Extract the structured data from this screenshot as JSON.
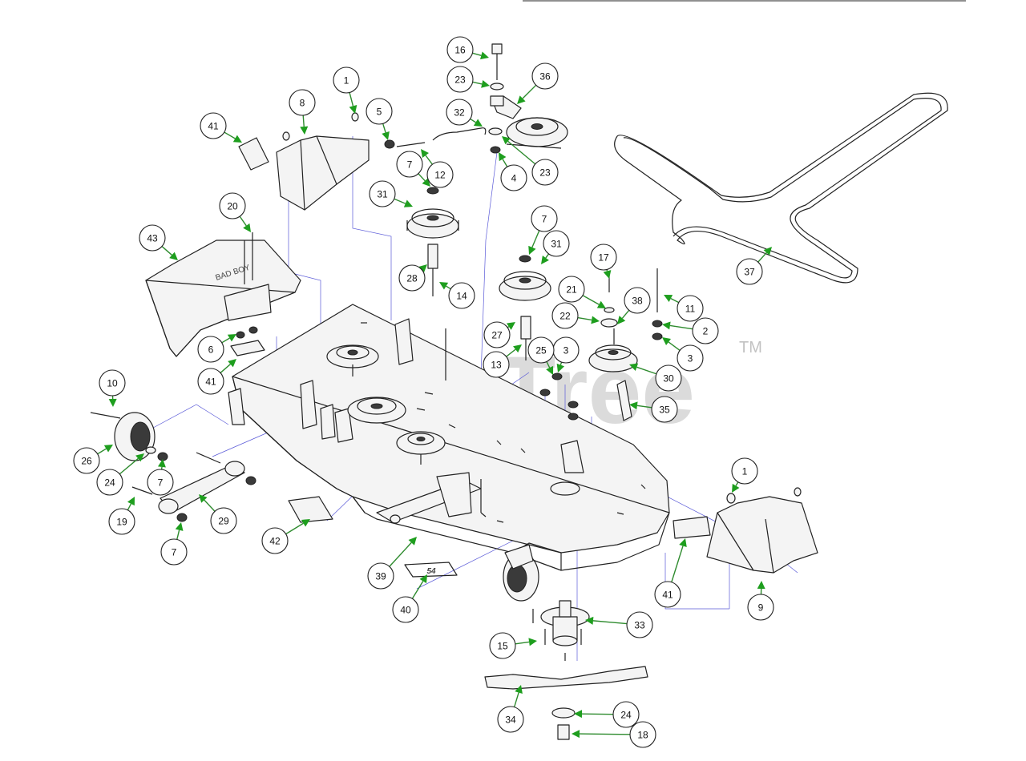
{
  "watermark": {
    "text": "PartsTree",
    "trademark": "TM"
  },
  "deck_decal": {
    "text": "54"
  },
  "baffle_decal": {
    "text": "BAD BOY"
  },
  "callouts": [
    {
      "label": "1"
    },
    {
      "label": "1"
    },
    {
      "label": "2"
    },
    {
      "label": "3"
    },
    {
      "label": "3"
    },
    {
      "label": "4"
    },
    {
      "label": "5"
    },
    {
      "label": "6"
    },
    {
      "label": "7"
    },
    {
      "label": "7"
    },
    {
      "label": "7"
    },
    {
      "label": "7"
    },
    {
      "label": "8"
    },
    {
      "label": "9"
    },
    {
      "label": "10"
    },
    {
      "label": "11"
    },
    {
      "label": "12"
    },
    {
      "label": "13"
    },
    {
      "label": "14"
    },
    {
      "label": "15"
    },
    {
      "label": "16"
    },
    {
      "label": "17"
    },
    {
      "label": "18"
    },
    {
      "label": "19"
    },
    {
      "label": "20"
    },
    {
      "label": "21"
    },
    {
      "label": "22"
    },
    {
      "label": "23"
    },
    {
      "label": "23"
    },
    {
      "label": "24"
    },
    {
      "label": "24"
    },
    {
      "label": "25"
    },
    {
      "label": "26"
    },
    {
      "label": "27"
    },
    {
      "label": "28"
    },
    {
      "label": "29"
    },
    {
      "label": "30"
    },
    {
      "label": "31"
    },
    {
      "label": "31"
    },
    {
      "label": "32"
    },
    {
      "label": "33"
    },
    {
      "label": "34"
    },
    {
      "label": "35"
    },
    {
      "label": "36"
    },
    {
      "label": "37"
    },
    {
      "label": "38"
    },
    {
      "label": "39"
    },
    {
      "label": "40"
    },
    {
      "label": "41"
    },
    {
      "label": "41"
    },
    {
      "label": "41"
    },
    {
      "label": "42"
    },
    {
      "label": "43"
    }
  ],
  "colors": {
    "arrow": "#1e9e1e",
    "guide": "#5a5ad8",
    "outline": "#222222"
  }
}
